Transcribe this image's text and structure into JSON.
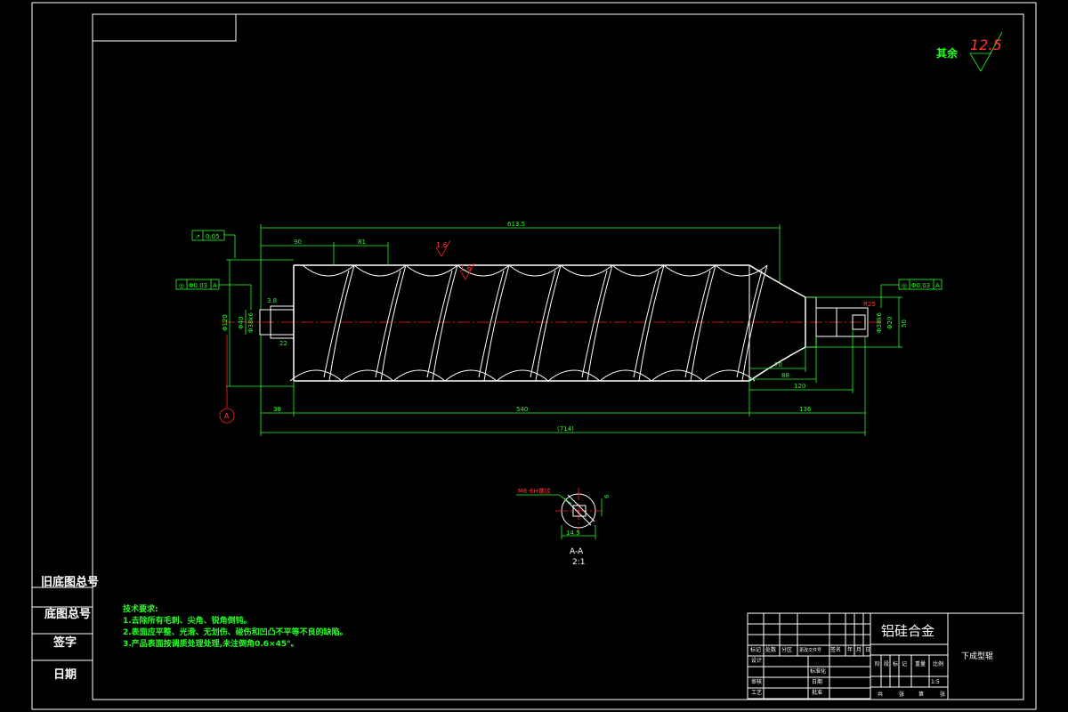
{
  "roughness": {
    "label": "其余",
    "value": "12.5"
  },
  "dimensions": {
    "overall_top": "613.5",
    "d90": "90",
    "d81": "81",
    "d38": "38",
    "d540": "540",
    "d136": "136",
    "total": "(714)",
    "d22": "22",
    "d3_8": "3.8",
    "d70": "70",
    "d88": "88",
    "d120": "120",
    "roughness_a": "1.6",
    "roughness_b": "1.6",
    "d50": "50",
    "phi120": "Φ120",
    "phi40": "Φ40",
    "phi38k6": "Φ38k6",
    "phi20": "Φ20",
    "phi38": "Φ38k6",
    "r_small": "R25"
  },
  "tolerance": {
    "left_top": {
      "symbol": "↗",
      "value": "0.05"
    },
    "left": {
      "symbol": "◎",
      "value": "Φ0.03",
      "datum": "A"
    },
    "right": {
      "symbol": "◎",
      "value": "Φ0.03",
      "datum": "A"
    }
  },
  "datum_marker": "A",
  "section": {
    "thread_label": "M6-6H螺纹",
    "d14_5": "14.5",
    "d6": "6",
    "name": "A-A",
    "scale": "2:1"
  },
  "notes": {
    "heading": "技术要求:",
    "items": [
      "1.去除所有毛刺、尖角、锐角倒钝。",
      "2.表面应平整、光滑、无划伤、碰伤和凹凸不平等不良的缺陷。",
      "3.产品表面按调质处理处理,未注倒角0.6×45°。"
    ]
  },
  "side_labels": [
    "旧底图总号",
    "底图总号",
    "签字",
    "日期"
  ],
  "title_block": {
    "material": "铝硅合金",
    "part_name": "下成型辊",
    "headers": [
      "标记",
      "处数",
      "分区",
      "更改文件号",
      "签名",
      "年",
      "月",
      "日"
    ],
    "rows": [
      "设计",
      "审核",
      "工艺"
    ],
    "mid_labels": [
      "标准化",
      "日期",
      "批准"
    ],
    "stage_header": [
      "阶",
      "段",
      "标",
      "记",
      "重量",
      "比例"
    ],
    "scale": "1:5",
    "sheets": [
      "共",
      "张",
      "第",
      "张"
    ]
  },
  "colors": {
    "line": "#ffffff",
    "dimension": "#22ff22",
    "center": "#ff2222"
  }
}
